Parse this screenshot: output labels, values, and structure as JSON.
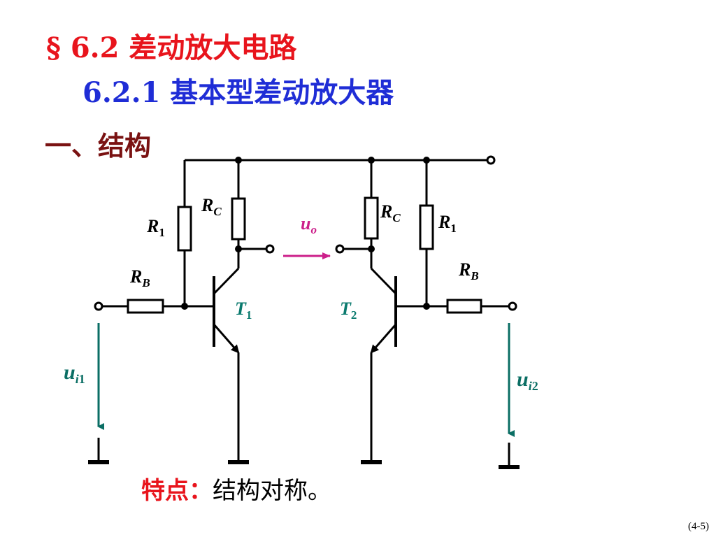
{
  "title": "§ 6.2 差动放大电路",
  "subtitle": "6.2.1  基本型差动放大器",
  "section": "一、结构",
  "feature": {
    "label": "特点：",
    "text": "结构对称。"
  },
  "page_number": "(4-5)",
  "labels": {
    "R": "R",
    "C": "C",
    "B": "B",
    "one": "1",
    "u": "u",
    "o": "o",
    "T": "T",
    "two": "2",
    "i": "i",
    "i1": "1",
    "i2": "2"
  },
  "colors": {
    "title": "#e8141c",
    "subtitle": "#1f2dd6",
    "section": "#7a1212",
    "wire": "#000000",
    "transistor_label": "#0a7a6e",
    "input_arrow": "#0a6e64",
    "output_arrow": "#cc1f8a"
  }
}
